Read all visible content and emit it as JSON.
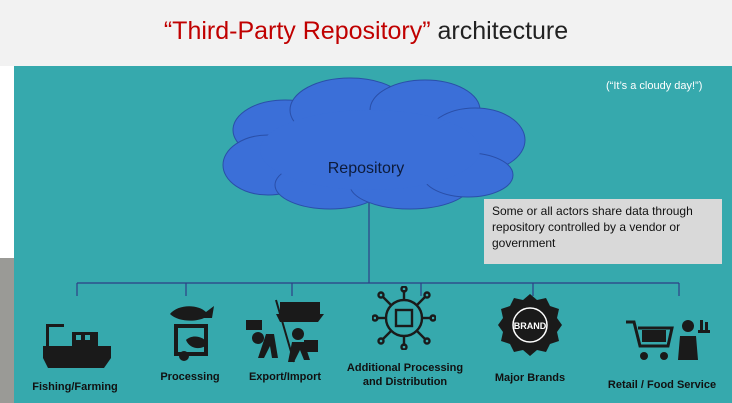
{
  "title": {
    "quoted": "“Third-Party Repository”",
    "rest": "architecture"
  },
  "note": "(“It’s a cloudy day!”)",
  "cloud_label": "Repository",
  "callout": "Some or all actors share data through repository controlled by a vendor or government",
  "actors": [
    {
      "label": "Fishing/Farming",
      "icon": "boat-icon"
    },
    {
      "label": "Processing",
      "icon": "fish-processing-icon"
    },
    {
      "label": "Export/Import",
      "icon": "shipping-icon"
    },
    {
      "label": "Additional Processing and Distribution",
      "icon": "network-hub-icon"
    },
    {
      "label": "Major Brands",
      "icon": "brand-seal-icon"
    },
    {
      "label": "Retail / Food Service",
      "icon": "cart-waiter-icon"
    }
  ],
  "colors": {
    "panel": "#36a9ad",
    "cloud": "#3b6fd8",
    "accent": "#c00000",
    "callout_bg": "#d9d9d9"
  }
}
